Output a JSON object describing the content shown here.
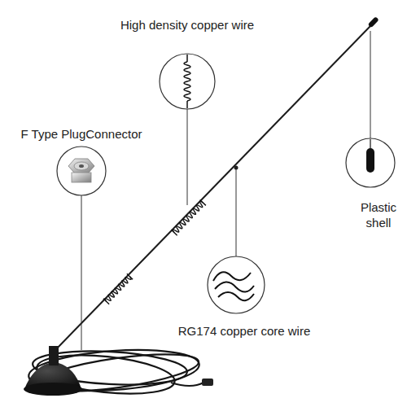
{
  "diagram": {
    "labels": [
      "High density copper wire",
      "F Type PlugConnector",
      "Plastic shell",
      "RG174 copper core wire"
    ]
  }
}
